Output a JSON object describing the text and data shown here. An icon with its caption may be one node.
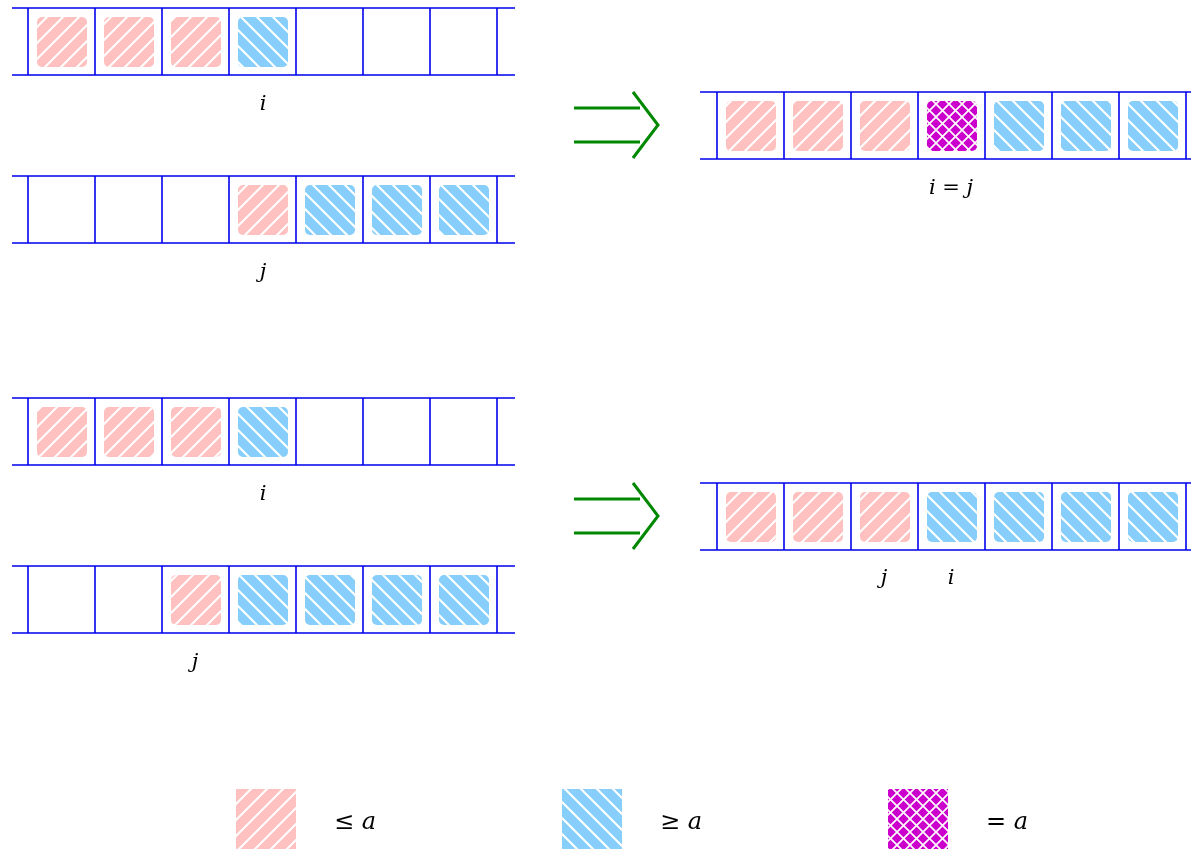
{
  "diagram": {
    "labels": [
      "i",
      "j",
      "i = j",
      "i",
      "j",
      "j",
      "i"
    ],
    "legend": [
      {
        "text": "≤ a",
        "color": "#ffc0c0"
      },
      {
        "text": "≥ a",
        "color": "#87cefa"
      },
      {
        "text": "= a",
        "color": "#cc00cc"
      }
    ]
  }
}
